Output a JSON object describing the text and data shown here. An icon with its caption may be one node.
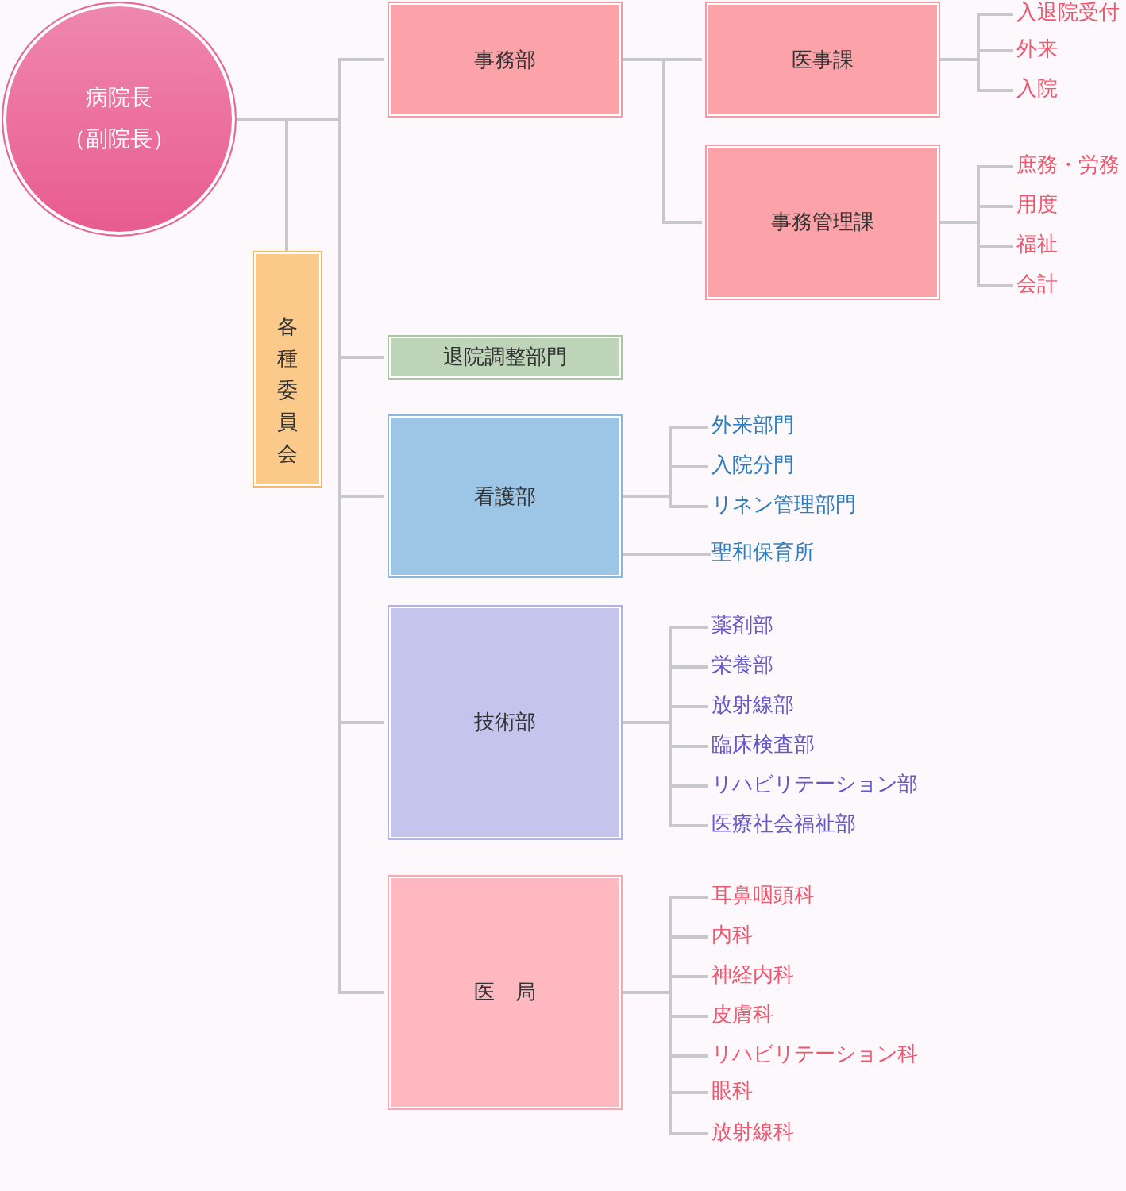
{
  "diagram": {
    "nodes": [
      {
        "text": [
          "病院長",
          "（副院長）"
        ]
      },
      {
        "text": [
          "各種委員会"
        ]
      },
      {
        "text": [
          "事務部"
        ]
      },
      {
        "text": [
          "医事課"
        ]
      },
      {
        "text": [
          "入退院受付"
        ]
      },
      {
        "text": [
          "外来"
        ]
      },
      {
        "text": [
          "入院"
        ]
      },
      {
        "text": [
          "事務管理課"
        ]
      },
      {
        "text": [
          "庶務・労務"
        ]
      },
      {
        "text": [
          "用度"
        ]
      },
      {
        "text": [
          "福祉"
        ]
      },
      {
        "text": [
          "会計"
        ]
      },
      {
        "text": [
          "退院調整部門"
        ]
      },
      {
        "text": [
          "看護部"
        ]
      },
      {
        "text": [
          "外来部門"
        ]
      },
      {
        "text": [
          "入院分門"
        ]
      },
      {
        "text": [
          "リネン管理部門"
        ]
      },
      {
        "text": [
          "聖和保育所"
        ]
      },
      {
        "text": [
          "技術部"
        ]
      },
      {
        "text": [
          "薬剤部"
        ]
      },
      {
        "text": [
          "栄養部"
        ]
      },
      {
        "text": [
          "放射線部"
        ]
      },
      {
        "text": [
          "臨床検査部"
        ]
      },
      {
        "text": [
          "リハビリテーション部"
        ]
      },
      {
        "text": [
          "医療社会福祉部"
        ]
      },
      {
        "text": [
          "医　局"
        ]
      },
      {
        "text": [
          "耳鼻咽頭科"
        ]
      },
      {
        "text": [
          "内科"
        ]
      },
      {
        "text": [
          "神経内科"
        ]
      },
      {
        "text": [
          "皮膚科"
        ]
      },
      {
        "text": [
          "リハビリテーション科"
        ]
      },
      {
        "text": [
          "眼科"
        ]
      },
      {
        "text": [
          "放射線科"
        ]
      }
    ],
    "edges": [
      {
        "from": 0,
        "to": 1,
        "arrow": "none"
      },
      {
        "from": 0,
        "to": 2,
        "arrow": "none"
      },
      {
        "from": 0,
        "to": 12,
        "arrow": "none"
      },
      {
        "from": 0,
        "to": 13,
        "arrow": "none"
      },
      {
        "from": 0,
        "to": 18,
        "arrow": "none"
      },
      {
        "from": 0,
        "to": 25,
        "arrow": "none"
      },
      {
        "from": 2,
        "to": 3,
        "arrow": "none"
      },
      {
        "from": 2,
        "to": 7,
        "arrow": "none"
      },
      {
        "from": 3,
        "to": 4,
        "arrow": "none"
      },
      {
        "from": 3,
        "to": 5,
        "arrow": "none"
      },
      {
        "from": 3,
        "to": 6,
        "arrow": "none"
      },
      {
        "from": 7,
        "to": 8,
        "arrow": "none"
      },
      {
        "from": 7,
        "to": 9,
        "arrow": "none"
      },
      {
        "from": 7,
        "to": 10,
        "arrow": "none"
      },
      {
        "from": 7,
        "to": 11,
        "arrow": "none"
      },
      {
        "from": 13,
        "to": 14,
        "arrow": "none"
      },
      {
        "from": 13,
        "to": 15,
        "arrow": "none"
      },
      {
        "from": 13,
        "to": 16,
        "arrow": "none"
      },
      {
        "from": 13,
        "to": 17,
        "arrow": "none"
      },
      {
        "from": 18,
        "to": 19,
        "arrow": "none"
      },
      {
        "from": 18,
        "to": 20,
        "arrow": "none"
      },
      {
        "from": 18,
        "to": 21,
        "arrow": "none"
      },
      {
        "from": 18,
        "to": 22,
        "arrow": "none"
      },
      {
        "from": 18,
        "to": 23,
        "arrow": "none"
      },
      {
        "from": 18,
        "to": 24,
        "arrow": "none"
      },
      {
        "from": 25,
        "to": 26,
        "arrow": "none"
      },
      {
        "from": 25,
        "to": 27,
        "arrow": "none"
      },
      {
        "from": 25,
        "to": 28,
        "arrow": "none"
      },
      {
        "from": 25,
        "to": 29,
        "arrow": "none"
      },
      {
        "from": 25,
        "to": 30,
        "arrow": "none"
      },
      {
        "from": 25,
        "to": 31,
        "arrow": "none"
      },
      {
        "from": 25,
        "to": 32,
        "arrow": "none"
      }
    ]
  }
}
